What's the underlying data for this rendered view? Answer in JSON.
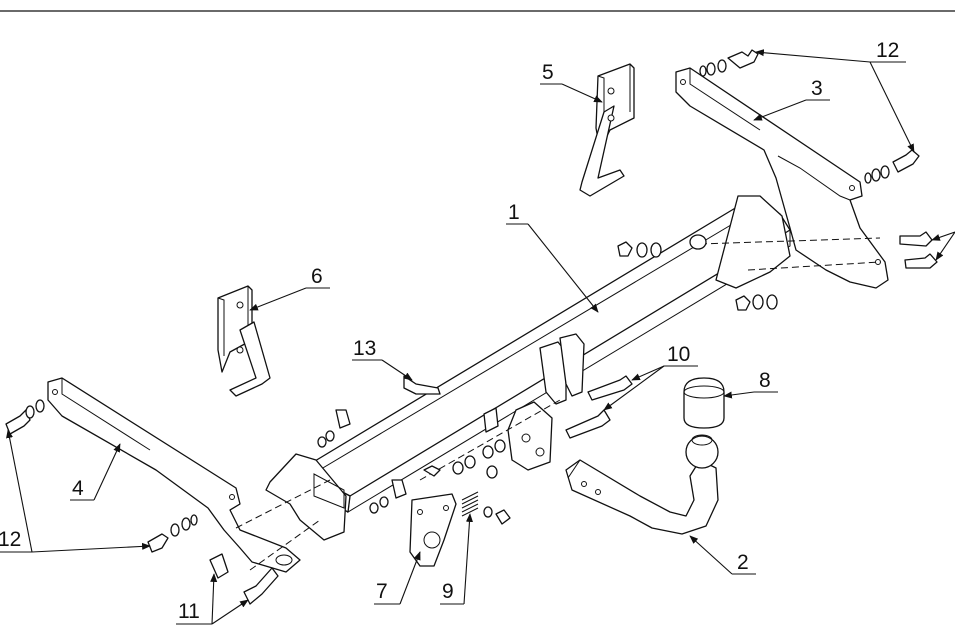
{
  "labels": {
    "p1": "1",
    "p2": "2",
    "p3": "3",
    "p4": "4",
    "p5": "5",
    "p6": "6",
    "p7": "7",
    "p8": "8",
    "p9": "9",
    "p10": "10",
    "p11": "11",
    "p12_right": "12",
    "p12_left": "12",
    "p13": "13"
  }
}
